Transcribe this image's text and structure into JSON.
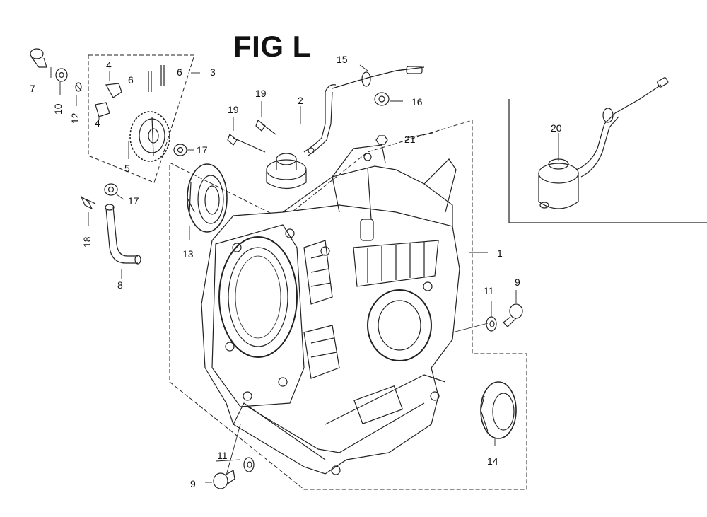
{
  "title": "FIG L",
  "callouts": {
    "p1": "1",
    "p2": "2",
    "p3": "3",
    "p4a": "4",
    "p4b": "4",
    "p5": "5",
    "p6a": "6",
    "p6b": "6",
    "p7": "7",
    "p8": "8",
    "p9a": "9",
    "p9b": "9",
    "p10": "10",
    "p11a": "11",
    "p11b": "11",
    "p12": "12",
    "p13": "13",
    "p14": "14",
    "p15": "15",
    "p16": "16",
    "p17a": "17",
    "p17b": "17",
    "p18": "18",
    "p19a": "19",
    "p19b": "19",
    "p20": "20",
    "p21": "21"
  },
  "colors": {
    "ink": "#222222",
    "paper": "#ffffff",
    "shade": "#d9d9d9"
  }
}
